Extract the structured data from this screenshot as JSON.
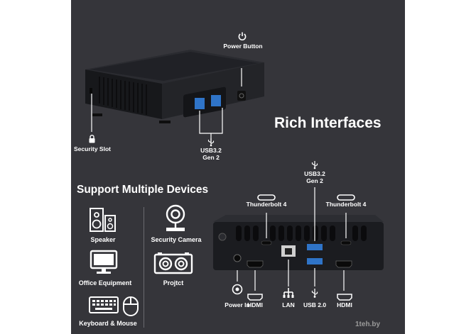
{
  "heading": {
    "rich_interfaces": "Rich Interfaces",
    "support_devices": "Support Multiple Devices"
  },
  "top_labels": {
    "power_button": "Power Button",
    "security_slot": "Security Slot",
    "usb32_line1": "USB3.2",
    "usb32_line2": "Gen 2"
  },
  "rear_labels": {
    "usb32_line1": "USB3.2",
    "usb32_line2": "Gen 2",
    "thunderbolt_left": "Thunderbolt 4",
    "thunderbolt_right": "Thunderbolt 4",
    "power_in": "Power In",
    "hdmi_left": "HDMI",
    "lan": "LAN",
    "usb20": "USB 2.0",
    "hdmi_right": "HDMI"
  },
  "devices": [
    {
      "label": "Speaker",
      "icon": "speaker-icon"
    },
    {
      "label": "Security Camera",
      "icon": "security-camera-icon"
    },
    {
      "label": "Office Equipment",
      "icon": "monitor-icon"
    },
    {
      "label": "Projtct",
      "icon": "projector-icon"
    },
    {
      "label": "Keyboard & Mouse",
      "icon": "keyboard-mouse-icon"
    }
  ],
  "watermark": "1teh.by",
  "colors": {
    "background": "#35353a",
    "text": "#ffffff",
    "usb_blue": "#2f74c8",
    "device_body": "#1b1c20"
  }
}
